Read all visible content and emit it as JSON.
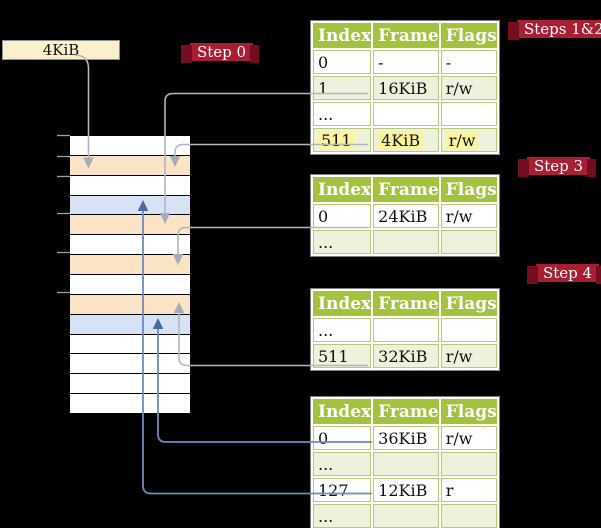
{
  "colors": {
    "background": "#000000",
    "badge_crimson": "#a81e33",
    "badge_dark_red": "#740d20",
    "table_header_green": "#a4c23e",
    "table_row_light_green": "#edf2dc",
    "table_border_green": "#b9c97c",
    "frame_pagetable_peach": "#fbe3c5",
    "frame_mapped_blue": "#d7e3f4",
    "frame_plain_white": "#ffffff",
    "yellow_highlight": "#fbf49e",
    "cr3_box_cream": "#fbefcd",
    "gray_connector": "#b2b6bc",
    "gray_arrowhead": "#a6adba",
    "blue_connector": "#7289ba",
    "blue_arrowhead": "#4a69a4"
  },
  "cr3_box": {
    "label": "4KiB"
  },
  "badges": {
    "step0": "Step 0",
    "steps12": "Steps 1&2",
    "step3": "Step 3",
    "step4": "Step 4"
  },
  "memory": {
    "rows": [
      {
        "kind": "plain"
      },
      {
        "kind": "pagetable"
      },
      {
        "kind": "plain"
      },
      {
        "kind": "mapped"
      },
      {
        "kind": "pagetable"
      },
      {
        "kind": "plain"
      },
      {
        "kind": "pagetable"
      },
      {
        "kind": "plain"
      },
      {
        "kind": "pagetable"
      },
      {
        "kind": "mapped"
      },
      {
        "kind": "plain"
      },
      {
        "kind": "plain"
      },
      {
        "kind": "plain"
      },
      {
        "kind": "plain"
      }
    ]
  },
  "tables": [
    {
      "headers": [
        "Index",
        "Frame",
        "Flags"
      ],
      "rows": [
        [
          "0",
          "-",
          "-"
        ],
        [
          "1",
          "16KiB",
          "r/w"
        ],
        [
          "...",
          "",
          ""
        ],
        [
          "511",
          "4KiB",
          "r/w"
        ]
      ],
      "highlighted_row": 3
    },
    {
      "headers": [
        "Index",
        "Frame",
        "Flags"
      ],
      "rows": [
        [
          "0",
          "24KiB",
          "r/w"
        ],
        [
          "...",
          "",
          ""
        ]
      ]
    },
    {
      "headers": [
        "Index",
        "Frame",
        "Flags"
      ],
      "rows": [
        [
          "...",
          "",
          ""
        ],
        [
          "511",
          "32KiB",
          "r/w"
        ]
      ]
    },
    {
      "headers": [
        "Index",
        "Frame",
        "Flags"
      ],
      "rows": [
        [
          "0",
          "36KiB",
          "r/w"
        ],
        [
          "...",
          "",
          ""
        ],
        [
          "127",
          "12KiB",
          "r"
        ],
        [
          "...",
          "",
          ""
        ]
      ]
    }
  ]
}
